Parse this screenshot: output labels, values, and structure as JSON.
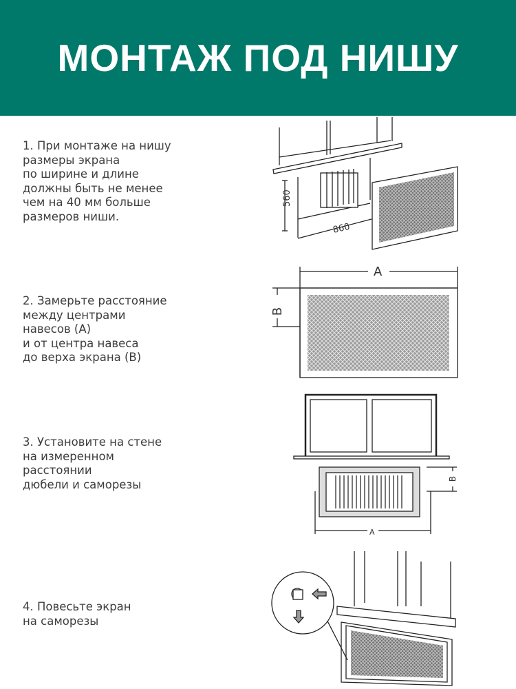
{
  "header": {
    "title": "МОНТАЖ ПОД НИШУ",
    "background": "#00796a"
  },
  "steps": [
    {
      "text": "1. При монтаже на нишу\nразмеры экрана\nпо ширине и длине\nдолжны быть не менее\nчем на 40 мм больше\nразмеров ниши."
    },
    {
      "text": "2. Замерьте расстояние\nмежду центрами\nнавесов (А)\nи от центра навеса\nдо верха экрана (В)"
    },
    {
      "text": "3. Установите на стене\nна измеренном\nрасстоянии\nдюбели и саморезы"
    },
    {
      "text": "4. Повесьте экран\nна саморезы"
    }
  ],
  "figures": {
    "fig1": {
      "height_label": "560",
      "width_label": "860"
    },
    "fig2": {
      "a_label": "A",
      "b_label": "B"
    },
    "fig3": {
      "a_label": "A",
      "b_label": "B"
    }
  }
}
